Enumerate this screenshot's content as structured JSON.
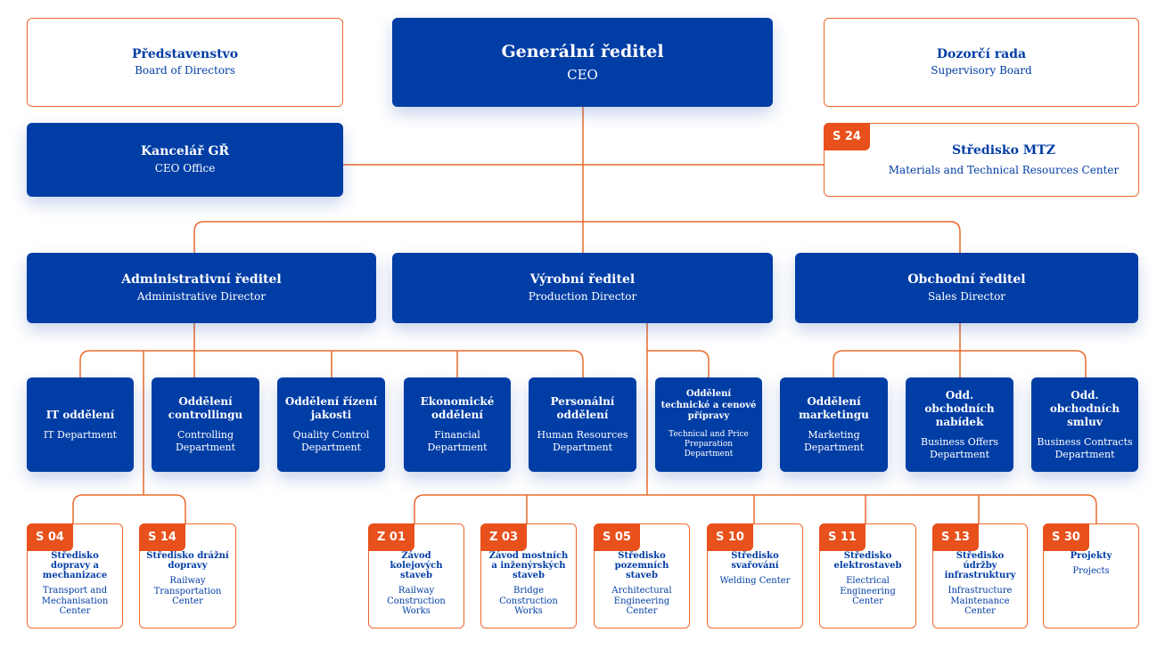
{
  "top": {
    "ceo": {
      "title": "Generální ředitel",
      "subtitle": "CEO"
    },
    "board": {
      "title": "Představenstvo",
      "subtitle": "Board of Directors"
    },
    "supervisory": {
      "title": "Dozorčí rada",
      "subtitle": "Supervisory Board"
    },
    "ceo_office": {
      "title": "Kancelář GŘ",
      "subtitle": "CEO Office"
    },
    "mtz": {
      "code": "S 24",
      "title": "Středisko MTZ",
      "subtitle": "Materials and Technical Resources Center"
    }
  },
  "directors": [
    {
      "title": "Administrativní ředitel",
      "subtitle": "Administrative Director"
    },
    {
      "title": "Výrobní ředitel",
      "subtitle": "Production Director"
    },
    {
      "title": "Obchodní ředitel",
      "subtitle": "Sales Director"
    }
  ],
  "departments": [
    {
      "title": "IT oddělení",
      "subtitle": "IT Department"
    },
    {
      "title": "Oddělení controllingu",
      "subtitle": "Controlling Department"
    },
    {
      "title": "Oddělení řízení jakosti",
      "subtitle": "Quality Control Department"
    },
    {
      "title": "Ekonomické oddělení",
      "subtitle": "Financial Department"
    },
    {
      "title": "Personální oddělení",
      "subtitle": "Human Resources Department"
    },
    {
      "title": "Oddělení technické a cenové přípravy",
      "subtitle": "Technical and Price Preparation Department"
    },
    {
      "title": "Oddělení marketingu",
      "subtitle": "Marketing Department"
    },
    {
      "title": "Odd. obchodních nabídek",
      "subtitle": "Business Offers Department"
    },
    {
      "title": "Odd. obchodních smluv",
      "subtitle": "Business Contracts Department"
    }
  ],
  "centers": [
    {
      "code": "S 04",
      "title": "Středisko dopravy a mechanizace",
      "subtitle": "Transport and Mechanisation Center"
    },
    {
      "code": "S 14",
      "title": "Středisko drážní dopravy",
      "subtitle": "Railway Transportation Center"
    },
    {
      "code": "Z 01",
      "title": "Závod kolejových staveb",
      "subtitle": "Railway Construction Works"
    },
    {
      "code": "Z 03",
      "title": "Závod mostních a inženýrských staveb",
      "subtitle": "Bridge Construction Works"
    },
    {
      "code": "S 05",
      "title": "Středisko pozemních staveb",
      "subtitle": "Architectural Engineering Center"
    },
    {
      "code": "S 10",
      "title": "Středisko svařování",
      "subtitle": "Welding Center"
    },
    {
      "code": "S 11",
      "title": "Středisko elektrostaveb",
      "subtitle": "Electrical Engineering Center"
    },
    {
      "code": "S 13",
      "title": "Středisko údržby infrastruktury",
      "subtitle": "Infrastructure Maintenance Center"
    },
    {
      "code": "S 30",
      "title": "Projekty",
      "subtitle": "Projects"
    }
  ],
  "colors": {
    "primary": "#003da5",
    "accent": "#e8501c",
    "line": "#ec6a2c"
  }
}
